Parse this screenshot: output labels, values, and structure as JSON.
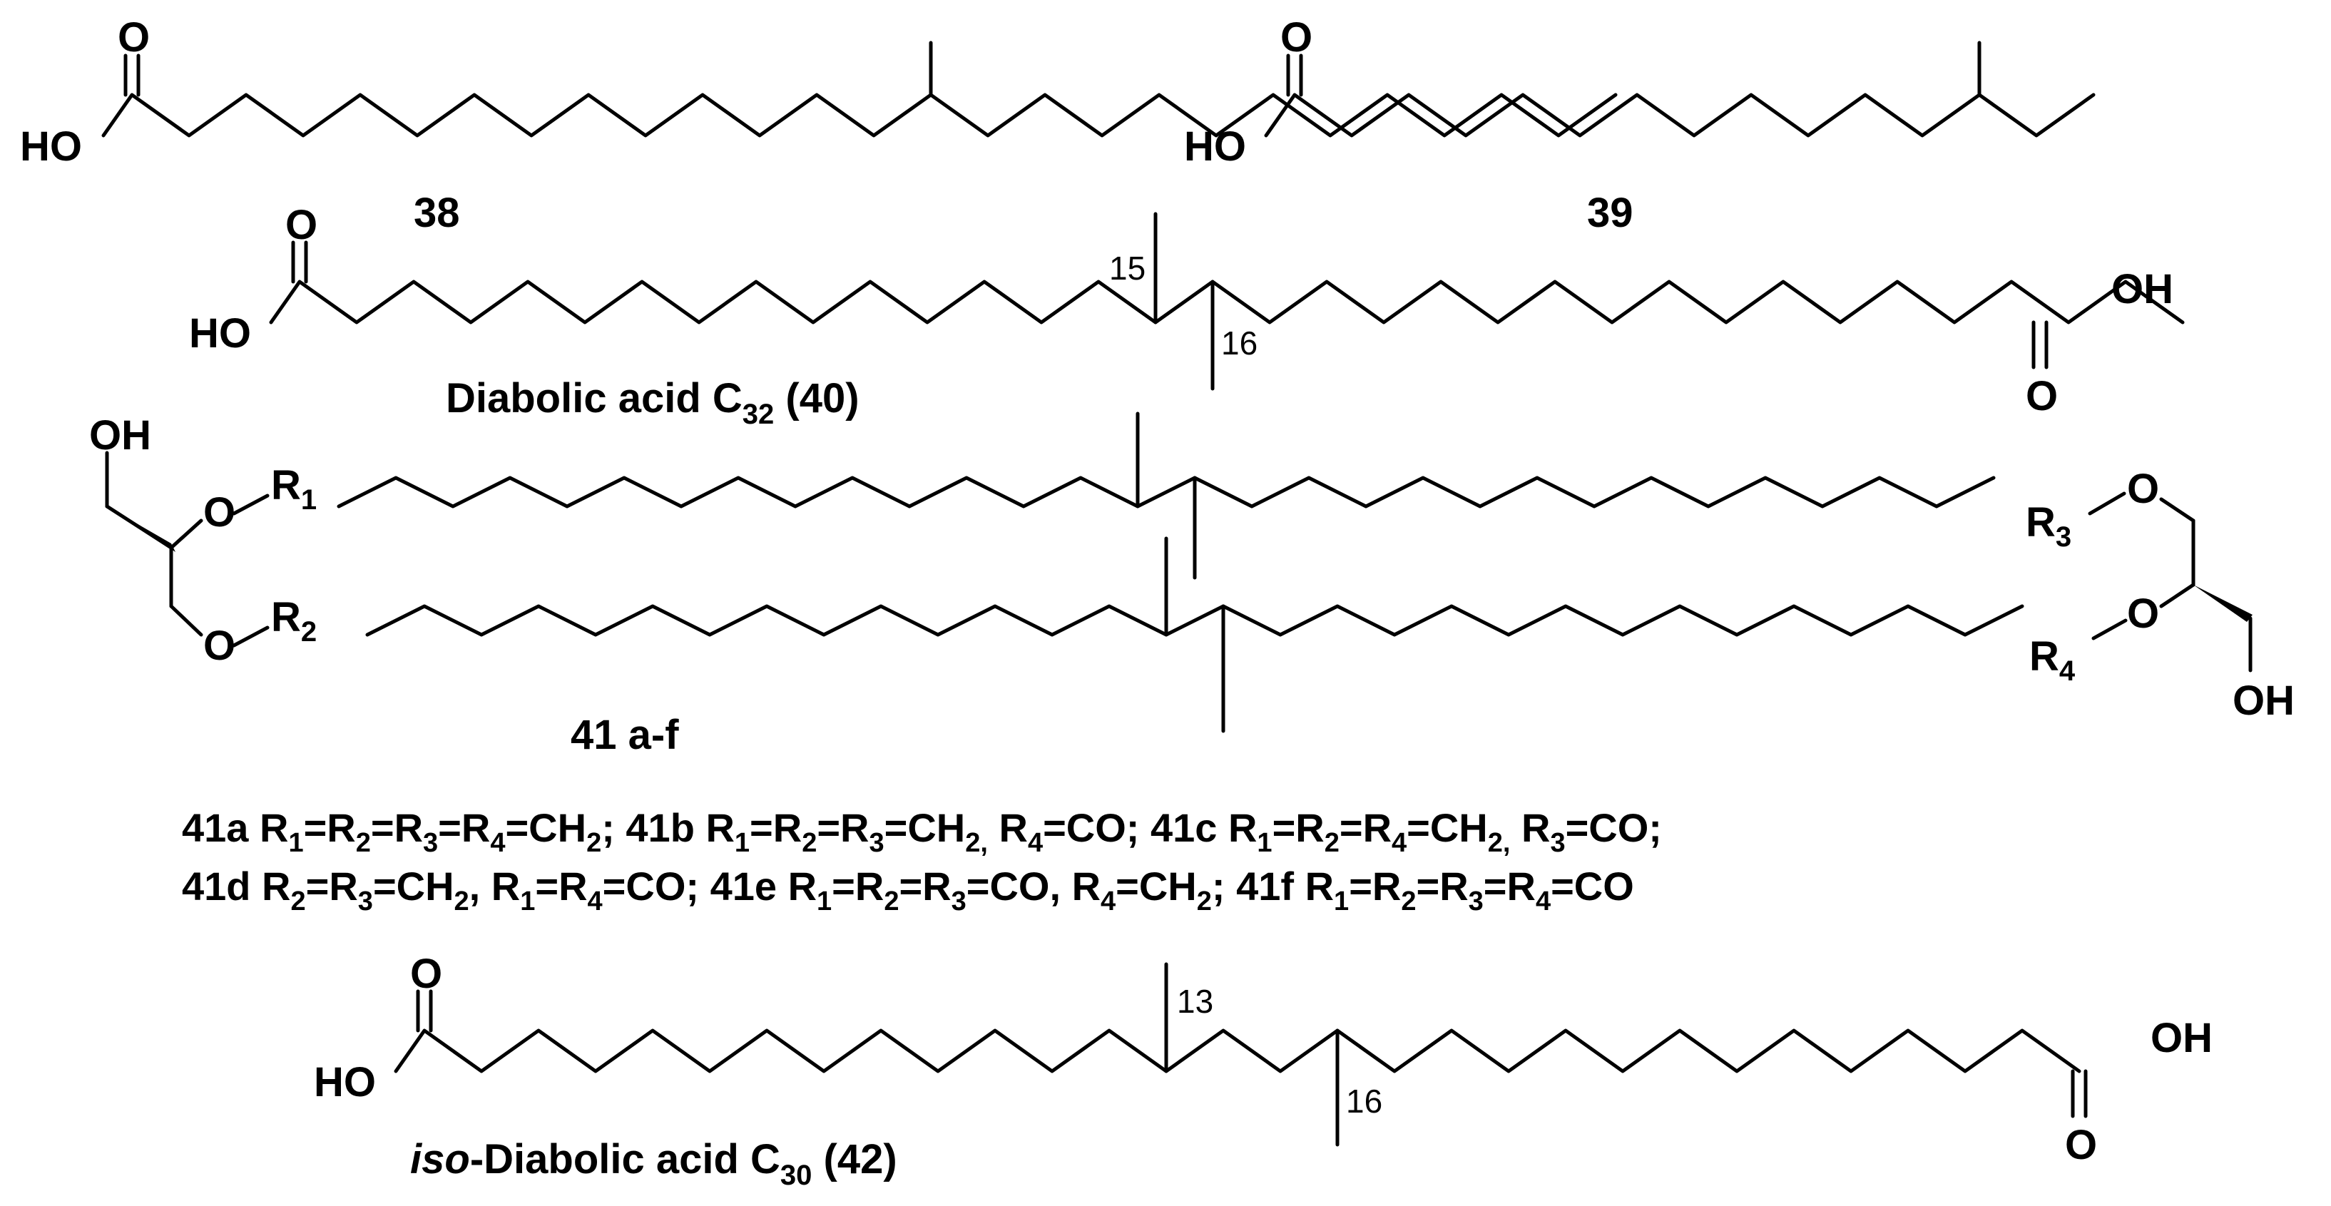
{
  "atoms": {
    "oxygen": "O",
    "hydroxyl": "HO",
    "hydroxyl_right": "OH",
    "r": "R"
  },
  "r_subscripts": [
    "1",
    "2",
    "3",
    "4"
  ],
  "locants": {
    "m15": "15",
    "m16": "16",
    "m13": "13"
  },
  "compounds": {
    "c38": "38",
    "c39": "39",
    "c40": {
      "name": "Diabolic acid C",
      "sub": "32",
      "number": " (40)"
    },
    "c41": "41 a-f",
    "c42": {
      "italic": "iso",
      "name": "-Diabolic acid  C",
      "sub": "30",
      "number": " (42)"
    }
  },
  "definitions": {
    "line1": [
      {
        "t": "41a R"
      },
      {
        "s": "1"
      },
      {
        "t": "=R"
      },
      {
        "s": "2"
      },
      {
        "t": "=R"
      },
      {
        "s": "3"
      },
      {
        "t": "=R"
      },
      {
        "s": "4"
      },
      {
        "t": "=CH"
      },
      {
        "s": "2"
      },
      {
        "t": "; 41b R"
      },
      {
        "s": "1"
      },
      {
        "t": "=R"
      },
      {
        "s": "2"
      },
      {
        "t": "=R"
      },
      {
        "s": "3"
      },
      {
        "t": "=CH"
      },
      {
        "s": "2,"
      },
      {
        "t": " R"
      },
      {
        "s": "4"
      },
      {
        "t": "=CO; 41c R"
      },
      {
        "s": "1"
      },
      {
        "t": "=R"
      },
      {
        "s": "2"
      },
      {
        "t": "=R"
      },
      {
        "s": "4"
      },
      {
        "t": "=CH"
      },
      {
        "s": "2,"
      },
      {
        "t": " R"
      },
      {
        "s": "3"
      },
      {
        "t": "=CO;"
      }
    ],
    "line2": [
      {
        "t": "41d R"
      },
      {
        "s": "2"
      },
      {
        "t": "=R"
      },
      {
        "s": "3"
      },
      {
        "t": "=CH"
      },
      {
        "s": "2"
      },
      {
        "t": ", R"
      },
      {
        "s": "1"
      },
      {
        "t": "=R"
      },
      {
        "s": "4"
      },
      {
        "t": "=CO; 41e R"
      },
      {
        "s": "1"
      },
      {
        "t": "=R"
      },
      {
        "s": "2"
      },
      {
        "t": "=R"
      },
      {
        "s": "3"
      },
      {
        "t": "=CO, R"
      },
      {
        "s": "4"
      },
      {
        "t": "=CH"
      },
      {
        "s": "2"
      },
      {
        "t": "; 41f R"
      },
      {
        "s": "1"
      },
      {
        "t": "=R"
      },
      {
        "s": "2"
      },
      {
        "t": "=R"
      },
      {
        "s": "3"
      },
      {
        "t": "=R"
      },
      {
        "s": "4"
      },
      {
        "t": "=CO"
      }
    ]
  }
}
